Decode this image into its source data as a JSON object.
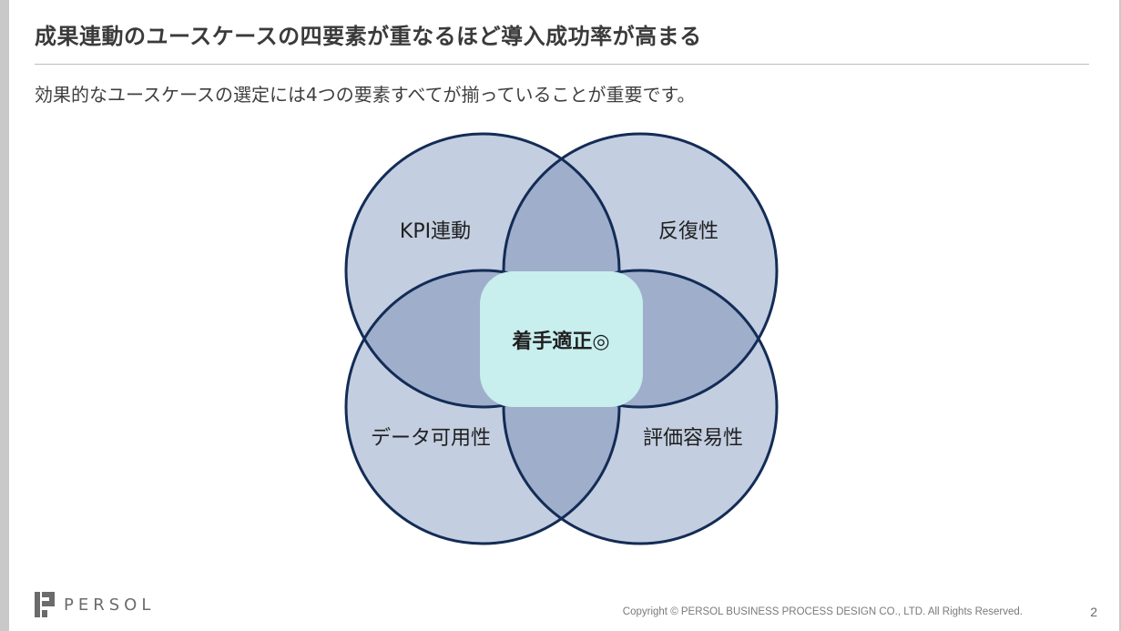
{
  "slide": {
    "title": "成果連動のユースケースの四要素が重なるほど導入成功率が高まる",
    "subtitle": "効果的なユースケースの選定には4つの要素すべてが揃っていることが重要です。"
  },
  "diagram": {
    "circles": [
      {
        "label": "KPI連動"
      },
      {
        "label": "反復性"
      },
      {
        "label": "データ可用性"
      },
      {
        "label": "評価容易性"
      }
    ],
    "center_label": "着手適正◎",
    "colors": {
      "circle_fill": "#c3cee0",
      "overlap_fill": "#9eaecb",
      "outline": "#132c56",
      "center_fill": "#c8eeee",
      "text": "#1f1f1f"
    }
  },
  "footer": {
    "logo_text": "PERSOL",
    "copyright": "Copyright © PERSOL BUSINESS PROCESS DESIGN CO., LTD. All Rights Reserved.",
    "page_number": "2"
  }
}
